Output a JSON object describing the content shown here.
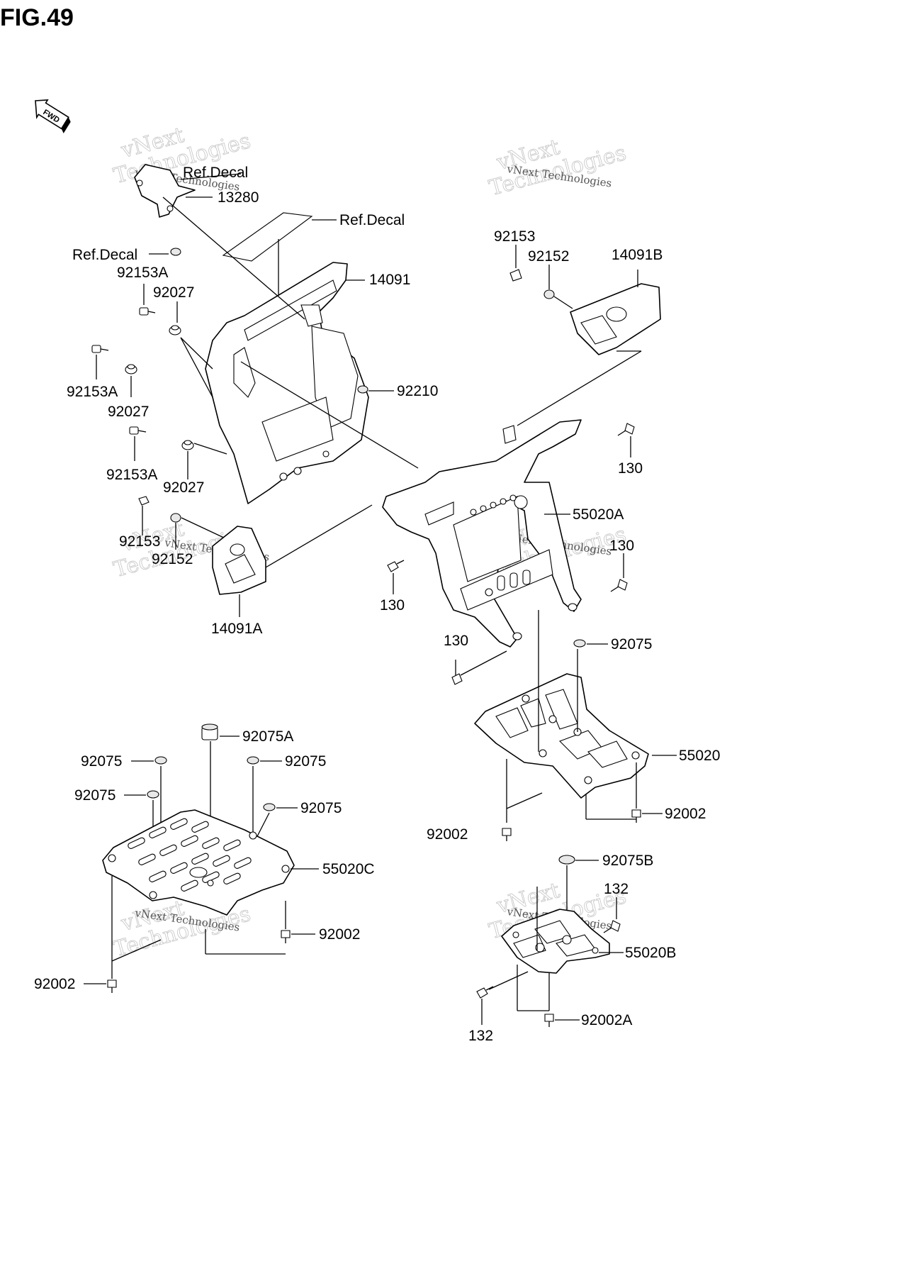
{
  "figure": {
    "title": "FIG.49",
    "direction_badge": "FWD"
  },
  "watermark": {
    "line1": "vNext",
    "line2": "Technologies",
    "small": "vNext Technologies"
  },
  "labels": {
    "ref_decal_top": "Ref.Decal",
    "p13280": "13280",
    "ref_decal_mid": "Ref.Decal",
    "ref_decal_left": "Ref.Decal",
    "p92153A_1": "92153A",
    "p92027_1": "92027",
    "p14091": "14091",
    "p92153A_2": "92153A",
    "p92027_2": "92027",
    "p92210": "92210",
    "p92153A_3": "92153A",
    "p92027_3": "92027",
    "p92153_left": "92153",
    "p92152_left": "92152",
    "p14091A": "14091A",
    "p92153_right": "92153",
    "p92152_right": "92152",
    "p14091B": "14091B",
    "p130_a": "130",
    "p55020A": "55020A",
    "p130_b": "130",
    "p130_c": "130",
    "p130_d": "130",
    "p92075_r": "92075",
    "p55020": "55020",
    "p92002_r1": "92002",
    "p92002_r2": "92002",
    "p92075A": "92075A",
    "p92075_l1": "92075",
    "p92075_l2": "92075",
    "p92075_l3": "92075",
    "p92075_l4": "92075",
    "p55020C": "55020C",
    "p92002_l1": "92002",
    "p92002_l2": "92002",
    "p92075B": "92075B",
    "p132_a": "132",
    "p55020B": "55020B",
    "p92002A": "92002A",
    "p132_b": "132"
  }
}
